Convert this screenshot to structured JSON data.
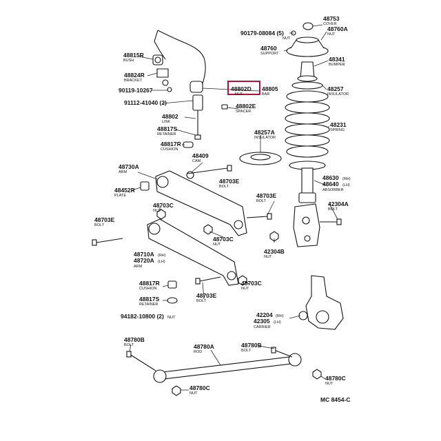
{
  "parts": [
    {
      "id": "48753",
      "number": "48753",
      "name": "COVER"
    },
    {
      "id": "48760A",
      "number": "48760A",
      "name": "NUT"
    },
    {
      "id": "90179",
      "number": "90179-08084 (5)",
      "name": "NUT"
    },
    {
      "id": "48760",
      "number": "48760",
      "name": "SUPPORT"
    },
    {
      "id": "48341",
      "number": "48341",
      "name": "BUMPER"
    },
    {
      "id": "48257",
      "number": "48257",
      "name": "INSULATOR"
    },
    {
      "id": "48231",
      "number": "48231",
      "name": "SPRING"
    },
    {
      "id": "48257A",
      "number": "48257A",
      "name": "INSULATOR"
    },
    {
      "id": "48630",
      "number": "48630",
      "name": "(RH)"
    },
    {
      "id": "48640",
      "number": "48640",
      "name": "(LH)"
    },
    {
      "id": "48640n",
      "number": "",
      "name": "ABSORBER"
    },
    {
      "id": "42304A",
      "number": "42304A",
      "name": "BOLT"
    },
    {
      "id": "48815R",
      "number": "48815R",
      "name": "BUSH"
    },
    {
      "id": "48824R",
      "number": "48824R",
      "name": "BRACKET"
    },
    {
      "id": "90119",
      "number": "90119-10267",
      "name": ""
    },
    {
      "id": "91112",
      "number": "91112-41040 (2)",
      "name": ""
    },
    {
      "id": "48802D",
      "number": "48802D",
      "name": "NUT"
    },
    {
      "id": "48805",
      "number": "48805",
      "name": "BAR"
    },
    {
      "id": "48802E",
      "number": "48802E",
      "name": "SPACER"
    },
    {
      "id": "48802",
      "number": "48802",
      "name": "LINK"
    },
    {
      "id": "48817R",
      "number": "48817R",
      "name": "CUSHION"
    },
    {
      "id": "48817S",
      "number": "48817S",
      "name": "RETAINER"
    },
    {
      "id": "48409",
      "number": "48409",
      "name": "CAM"
    },
    {
      "id": "48730A",
      "number": "48730A",
      "name": "ARM"
    },
    {
      "id": "48703E",
      "number": "48703E",
      "name": "BOLT"
    },
    {
      "id": "48452R",
      "number": "48452R",
      "name": "PLATE"
    },
    {
      "id": "48703C",
      "number": "48703C",
      "name": "NUT"
    },
    {
      "id": "48710A",
      "number": "48710A",
      "name": "(RH)"
    },
    {
      "id": "48720A",
      "number": "48720A",
      "name": "(LH)"
    },
    {
      "id": "48720n",
      "number": "",
      "name": "ARM"
    },
    {
      "id": "42304B",
      "number": "42304B",
      "name": "NUT"
    },
    {
      "id": "42204",
      "number": "42204",
      "name": "(RH)"
    },
    {
      "id": "42305",
      "number": "42305",
      "name": "(LH)"
    },
    {
      "id": "42305n",
      "number": "",
      "name": "CARRIER"
    },
    {
      "id": "94182",
      "number": "94182-10800 (2)",
      "name": "NUT"
    },
    {
      "id": "48780B",
      "number": "48780B",
      "name": "BOLT"
    },
    {
      "id": "48780A",
      "number": "48780A",
      "name": "ROD"
    },
    {
      "id": "48780C",
      "number": "48780C",
      "name": "NUT"
    }
  ],
  "footer": {
    "code": "MC 8454-C"
  },
  "colors": {
    "highlight": "#b0103a",
    "line": "#111111"
  }
}
